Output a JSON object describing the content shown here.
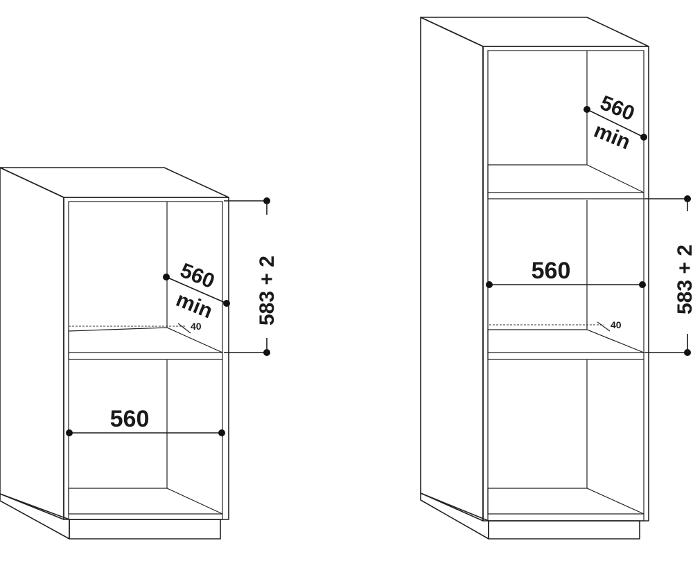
{
  "cabinet_left": {
    "depth_label": "560",
    "depth_min_label": "min",
    "width_label": "560",
    "height_label": "583 + 2",
    "gap_label": "40"
  },
  "cabinet_right": {
    "depth_label": "560",
    "depth_min_label": "min",
    "width_label": "560",
    "height_label": "583 + 2",
    "gap_label": "40"
  },
  "colors": {
    "line": "#222222",
    "background": "#ffffff"
  }
}
